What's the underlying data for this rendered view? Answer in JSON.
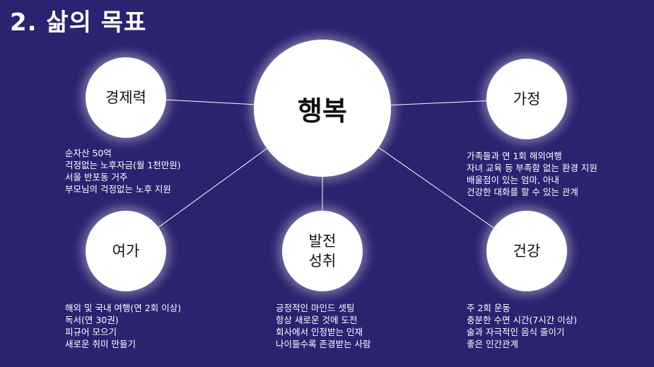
{
  "title": "2. 삶의 목표",
  "center": "행복",
  "nodes": {
    "economy": {
      "label": "경제력",
      "items": [
        "순자산 50억",
        "걱정없는 노후자금(월 1천만원)",
        "서울 반포동 거주",
        "부모님의 걱정없는 노후 지원"
      ]
    },
    "family": {
      "label": "가정",
      "items": [
        "가족들과 연 1회 해외여행",
        "자녀 교육 등 부족함 없는 환경 지원",
        "배울점이 있는 엄마, 아내",
        "건강한 대화를 할 수 있는 관계"
      ]
    },
    "leisure": {
      "label": "여가",
      "items": [
        "해외 및 국내 여행(연 2회 이상)",
        "독서(연 30권)",
        "피규어 모으기",
        "새로운 취미 만들기"
      ]
    },
    "growth": {
      "label_line1": "발전",
      "label_line2": "성취",
      "items": [
        "긍정적인 마인드 셋팅",
        "항상 새로운 것에 도전",
        "회사에서 인정받는 인재",
        "나이들수록 존경받는 사람"
      ]
    },
    "health": {
      "label": "건강",
      "items": [
        "주 2회 운동",
        "충분한 수면 시간(7시간 이상)",
        "술과 자극적인 음식 줄이기",
        "좋은 인간관계"
      ]
    }
  }
}
